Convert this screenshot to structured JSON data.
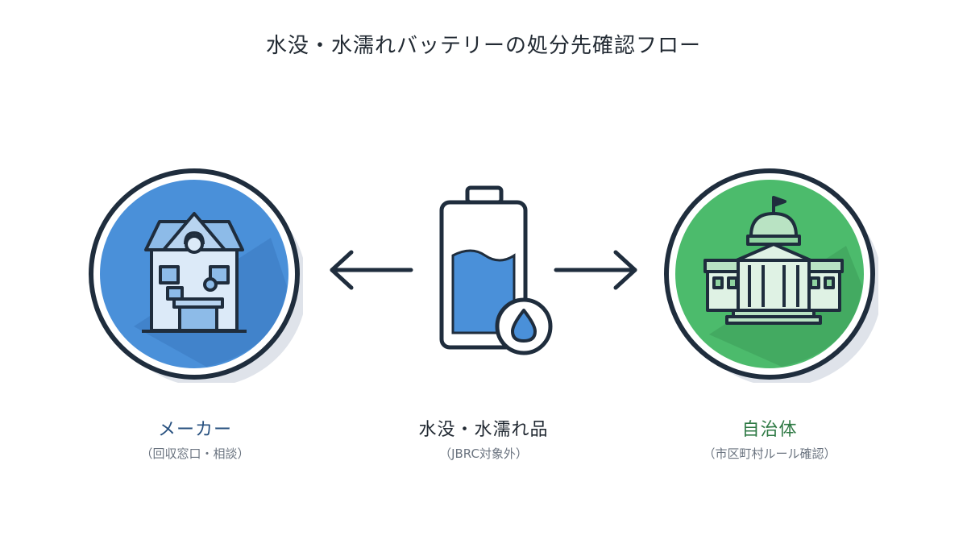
{
  "title": "水没・水濡れバッテリーの処分先確認フロー",
  "nodes": {
    "maker": {
      "label": "メーカー",
      "sub": "（回収窓口・相談）",
      "color": "#4a90d9"
    },
    "battery": {
      "label": "水没・水濡れ品",
      "sub": "（JBRC対象外）",
      "color": "#4a90d9"
    },
    "gov": {
      "label": "自治体",
      "sub": "（市区町村ルール確認）",
      "color": "#4cbb6c"
    }
  },
  "icons": {
    "maker": "office-building-headset-icon",
    "battery": "water-battery-icon",
    "gov": "government-building-icon"
  }
}
